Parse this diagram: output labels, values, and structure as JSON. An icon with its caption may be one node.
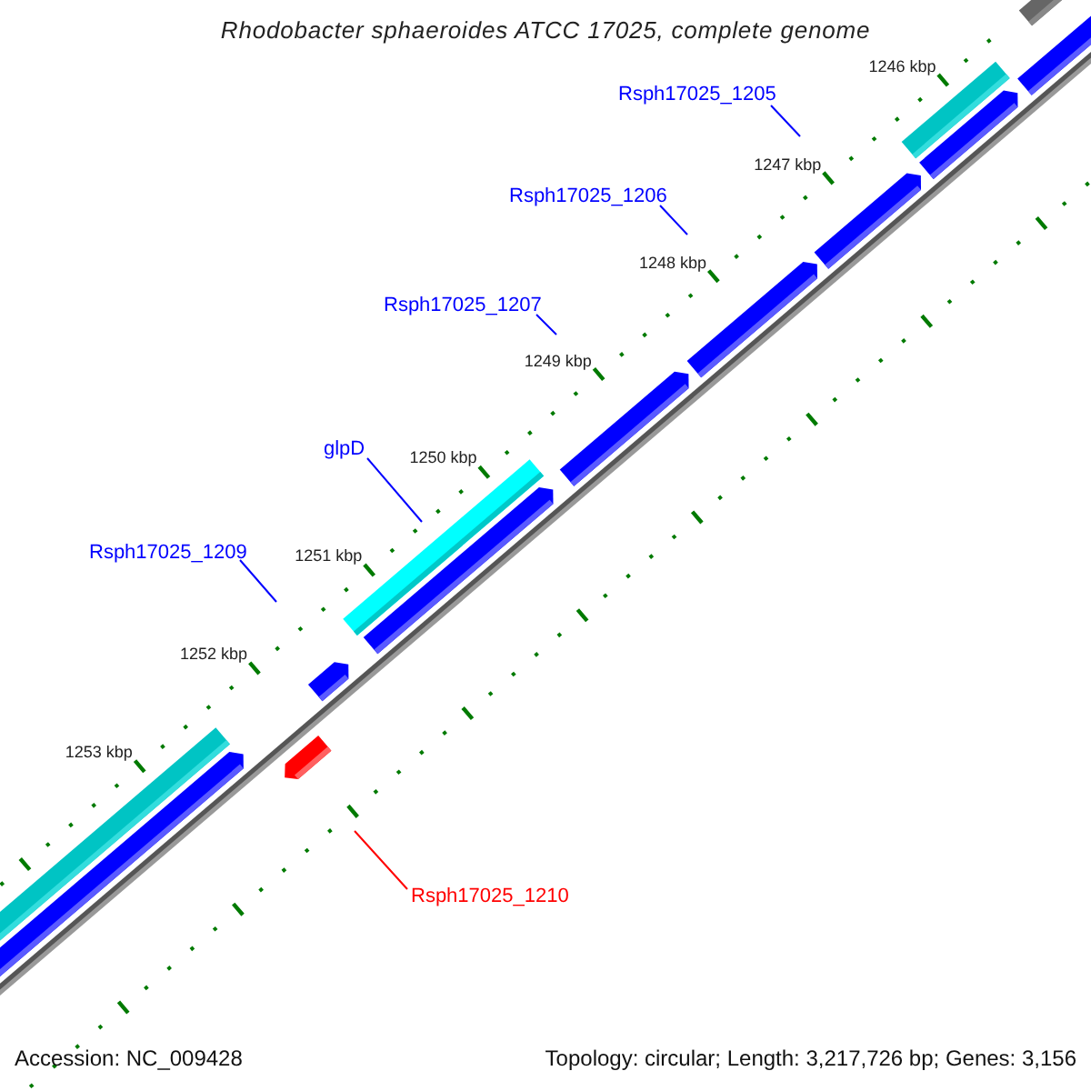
{
  "diagram": {
    "title": "Rhodobacter sphaeroides ATCC 17025, complete genome",
    "nodes": [
      {
        "text": [
          "Rsph17025_1205"
        ]
      },
      {
        "text": [
          "Rsph17025_1206"
        ]
      },
      {
        "text": [
          "Rsph17025_1207"
        ]
      },
      {
        "text": [
          "glpD"
        ]
      },
      {
        "text": [
          "Rsph17025_1209"
        ]
      },
      {
        "text": [
          "Rsph17025_1210"
        ]
      }
    ],
    "edges": [
      {
        "from": 0,
        "to": null,
        "arrow": "none"
      },
      {
        "from": 1,
        "to": null,
        "arrow": "none"
      },
      {
        "from": 2,
        "to": null,
        "arrow": "none"
      },
      {
        "from": 3,
        "to": null,
        "arrow": "none"
      },
      {
        "from": 4,
        "to": null,
        "arrow": "none"
      },
      {
        "from": 5,
        "to": null,
        "arrow": "none",
        "color": "#ff0000"
      }
    ],
    "labels": [
      "1246 kbp",
      "1247 kbp",
      "1248 kbp",
      "1249 kbp",
      "1250 kbp",
      "1251 kbp",
      "1252 kbp",
      "1253 kbp",
      "Accession: NC_009428",
      "Topology: circular; Length: 3,217,726 bp; Genes: 3,156"
    ]
  }
}
